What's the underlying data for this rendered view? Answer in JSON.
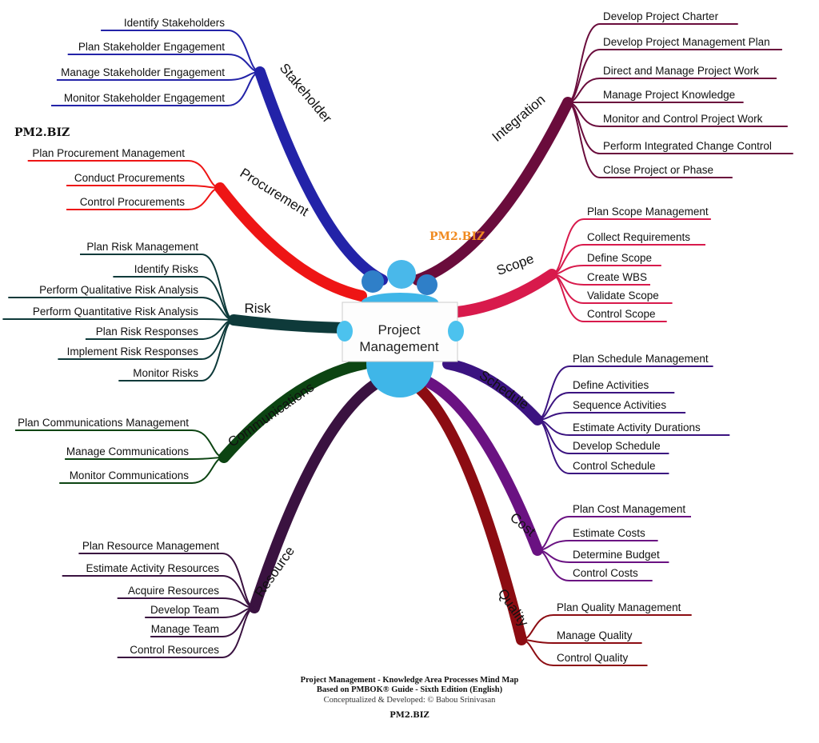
{
  "center": {
    "line1": "Project",
    "line2": "Management"
  },
  "watermarks": {
    "top_left": "PM2.BIZ",
    "center": "PM2.BIZ",
    "bottom": "PM2.BIZ"
  },
  "branches": [
    {
      "id": "stakeholder",
      "label": "Stakeholder",
      "color": "#2323a8",
      "items": [
        "Identify Stakeholders",
        "Plan Stakeholder Engagement",
        "Manage Stakeholder Engagement",
        "Monitor Stakeholder Engagement"
      ]
    },
    {
      "id": "procurement",
      "label": "Procurement",
      "color": "#ee1515",
      "items": [
        "Plan Procurement Management",
        "Conduct Procurements",
        "Control Procurements"
      ]
    },
    {
      "id": "risk",
      "label": "Risk",
      "color": "#0e3a3a",
      "items": [
        "Plan Risk Management",
        "Identify Risks",
        "Perform Qualitative Risk Analysis",
        "Perform Quantitative Risk Analysis",
        "Plan Risk Responses",
        "Implement Risk Responses",
        "Monitor Risks"
      ]
    },
    {
      "id": "communications",
      "label": "Communications",
      "color": "#0c4412",
      "items": [
        "Plan Communications Management",
        "Manage Communications",
        "Monitor Communications"
      ]
    },
    {
      "id": "resource",
      "label": "Resource",
      "color": "#3a1240",
      "items": [
        "Plan Resource Management",
        "Estimate Activity Resources",
        "Acquire Resources",
        "Develop Team",
        "Manage Team",
        "Control Resources"
      ]
    },
    {
      "id": "integration",
      "label": "Integration",
      "color": "#6a0c3c",
      "items": [
        "Develop Project Charter",
        "Develop Project Management Plan",
        "Direct and Manage Project Work",
        "Manage Project Knowledge",
        "Monitor and Control Project Work",
        "Perform Integrated Change Control",
        "Close Project or Phase"
      ]
    },
    {
      "id": "scope",
      "label": "Scope",
      "color": "#d81a4c",
      "items": [
        "Plan Scope Management",
        "Collect Requirements",
        "Define Scope",
        "Create WBS",
        "Validate Scope",
        "Control Scope"
      ]
    },
    {
      "id": "schedule",
      "label": "Schedule",
      "color": "#3b1380",
      "items": [
        "Plan Schedule Management",
        "Define Activities",
        "Sequence Activities",
        "Estimate Activity Durations",
        "Develop Schedule",
        "Control Schedule"
      ]
    },
    {
      "id": "cost",
      "label": "Cost",
      "color": "#6a1282",
      "items": [
        "Plan Cost Management",
        "Estimate Costs",
        "Determine Budget",
        "Control Costs"
      ]
    },
    {
      "id": "quality",
      "label": "Quality",
      "color": "#8c0c12",
      "items": [
        "Plan Quality Management",
        "Manage Quality",
        "Control Quality"
      ]
    }
  ],
  "footer": {
    "title": "Project Management - Knowledge Area Processes Mind Map",
    "subtitle": "Based on PMBOK® Guide - Sixth Edition (English)",
    "credit": "Conceptualized & Developed: © Babou Srinivasan"
  }
}
